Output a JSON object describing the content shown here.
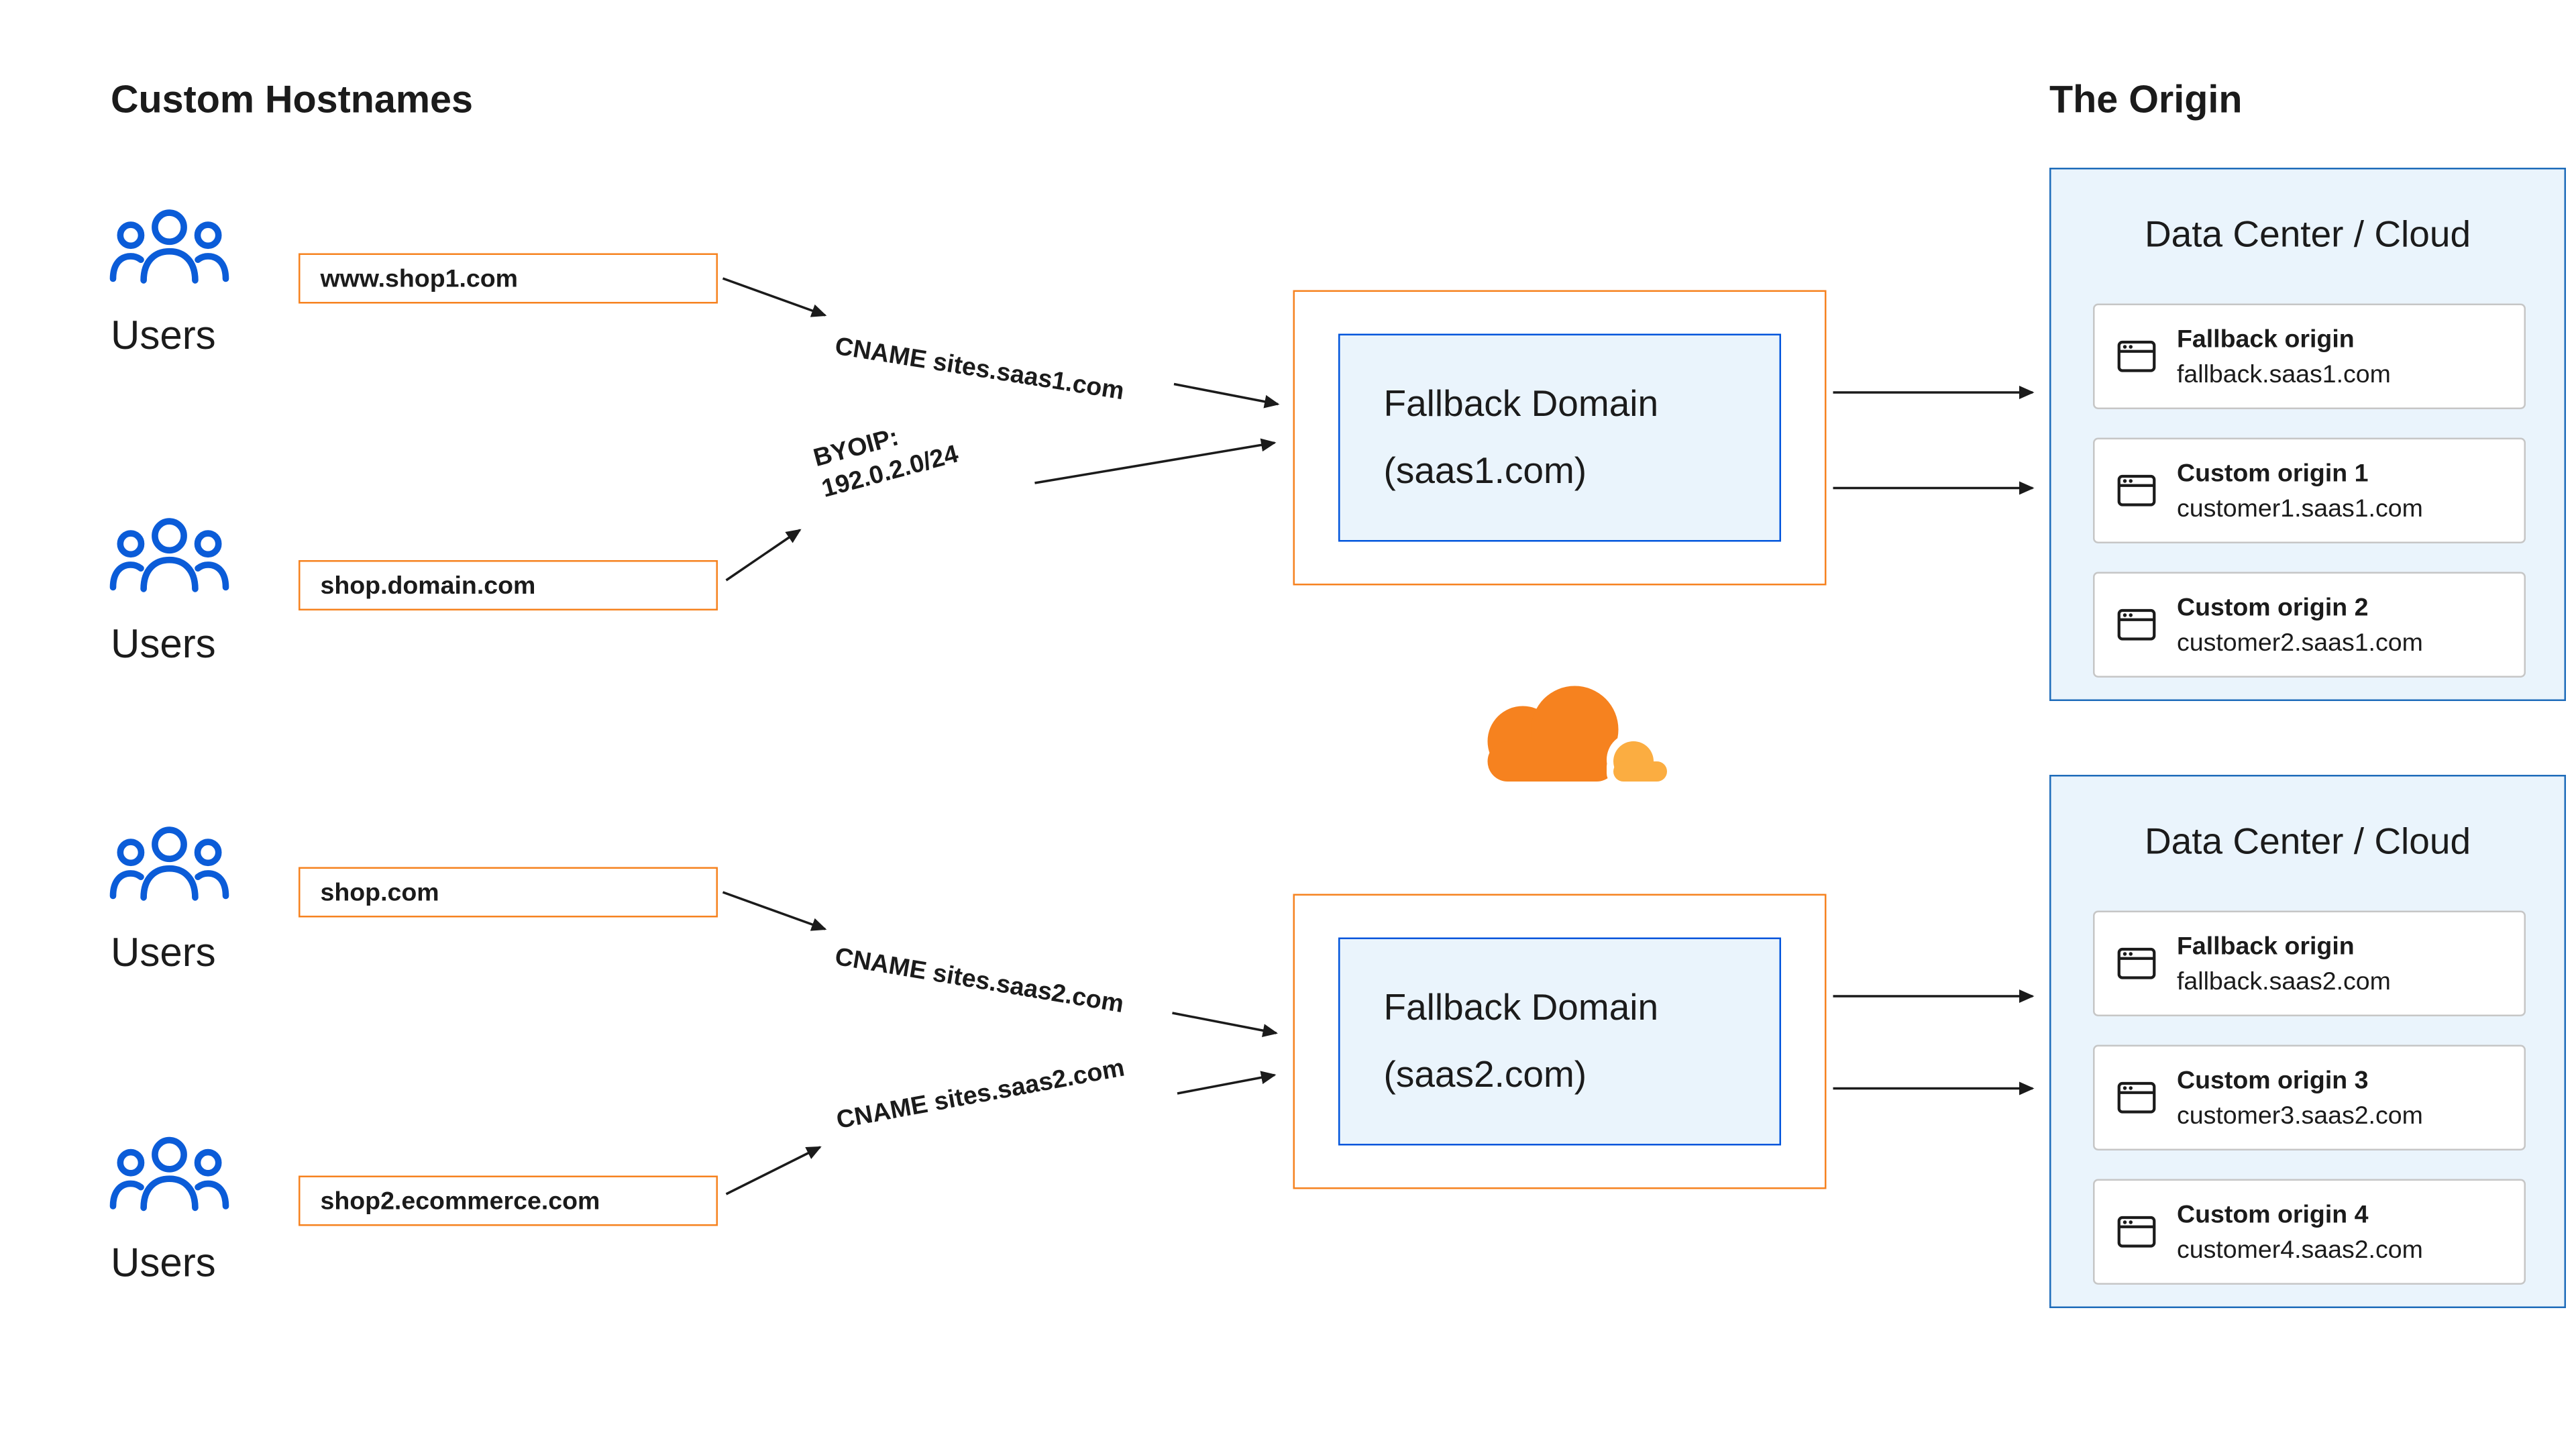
{
  "titles": {
    "left": "Custom Hostnames",
    "right": "The Origin"
  },
  "user_groups": [
    {
      "label": "Users"
    },
    {
      "label": "Users"
    },
    {
      "label": "Users"
    },
    {
      "label": "Users"
    }
  ],
  "hostnames": [
    {
      "label": "www.shop1.com"
    },
    {
      "label": "shop.domain.com"
    },
    {
      "label": "shop.com"
    },
    {
      "label": "shop2.ecommerce.com"
    }
  ],
  "connections": [
    {
      "label": "CNAME sites.saas1.com"
    },
    {
      "line1": "BYOIP:",
      "line2": "192.0.2.0/24"
    },
    {
      "label": "CNAME sites.saas2.com"
    },
    {
      "label": "CNAME sites.saas2.com"
    }
  ],
  "fallback_domains": [
    {
      "line1": "Fallback Domain",
      "line2": "(saas1.com)"
    },
    {
      "line1": "Fallback Domain",
      "line2": "(saas2.com)"
    }
  ],
  "data_centers": [
    {
      "title": "Data Center / Cloud",
      "origins": [
        {
          "name": "Fallback origin",
          "host": "fallback.saas1.com"
        },
        {
          "name": "Custom origin 1",
          "host": "customer1.saas1.com"
        },
        {
          "name": "Custom origin 2",
          "host": "customer2.saas1.com"
        }
      ]
    },
    {
      "title": "Data Center / Cloud",
      "origins": [
        {
          "name": "Fallback origin",
          "host": "fallback.saas2.com"
        },
        {
          "name": "Custom origin 3",
          "host": "customer3.saas2.com"
        },
        {
          "name": "Custom origin 4",
          "host": "customer4.saas2.com"
        }
      ]
    }
  ],
  "icons": {
    "users": "users-group-icon",
    "cloudflare": "cloudflare-logo",
    "origin": "browser-window-icon"
  },
  "colors": {
    "orange": "#F6821F",
    "blue": "#0055DC",
    "dc_border": "#1E6CBA",
    "light_blue": "#EAF4FC",
    "icon_blue": "#0B5CD8",
    "cf_orange": "#F6821F",
    "cf_light": "#FBAD41",
    "text": "#1B1B1B",
    "gray_border": "#C6C6C6"
  }
}
